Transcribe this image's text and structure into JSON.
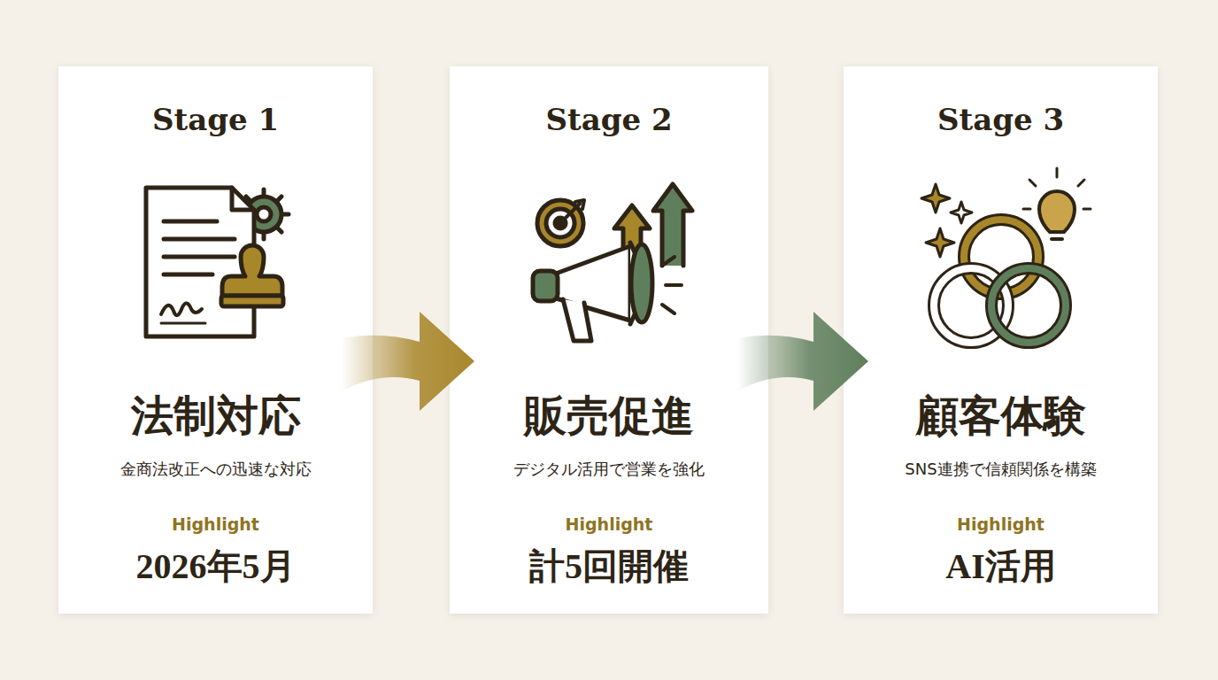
{
  "diagram": {
    "nodes": [
      {
        "text": [
          "Stage 1",
          "法制対応",
          "金商法改正への迅速な対応",
          "Highlight",
          "2026年5月"
        ]
      },
      {
        "text": [
          "Stage 2",
          "販売促進",
          "デジタル活用で営業を強化",
          "Highlight",
          "計5回開催"
        ]
      },
      {
        "text": [
          "Stage 3",
          "顧客体験",
          "SNS連携で信頼関係を構築",
          "Highlight",
          "AI活用"
        ]
      }
    ],
    "edges": [
      {
        "from": 0,
        "to": 1,
        "arrow": "to"
      },
      {
        "from": 1,
        "to": 2,
        "arrow": "to"
      }
    ]
  }
}
